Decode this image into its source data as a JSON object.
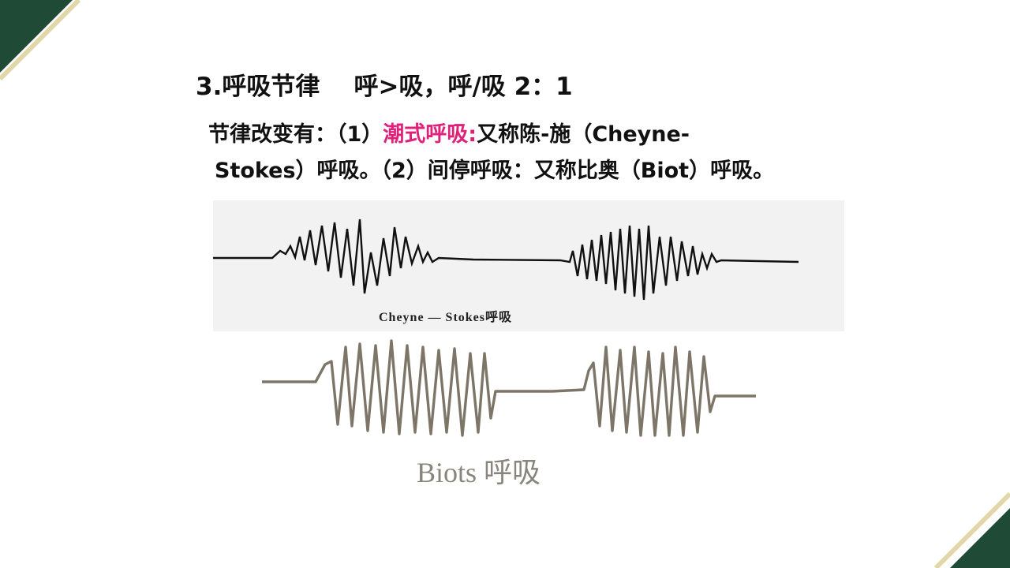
{
  "slide": {
    "title": "3.呼吸节律    呼>吸，呼/吸 2：1",
    "text_line1_prefix": "节律改变有：（1）",
    "text_line1_highlight": "潮式呼吸:",
    "text_line1_suffix": "又称陈-施（Cheyne-",
    "text_line2": "Stokes）呼吸。（2）间停呼吸：又称比奥（Biot）呼吸。",
    "highlight_color": "#e0217a"
  },
  "figures": {
    "cheyne_caption": "Cheyne — Stokes呼吸",
    "biots_caption": "Biots 呼吸"
  },
  "decor": {
    "green": "#1e4a36",
    "gold": "#e2d7a8"
  }
}
